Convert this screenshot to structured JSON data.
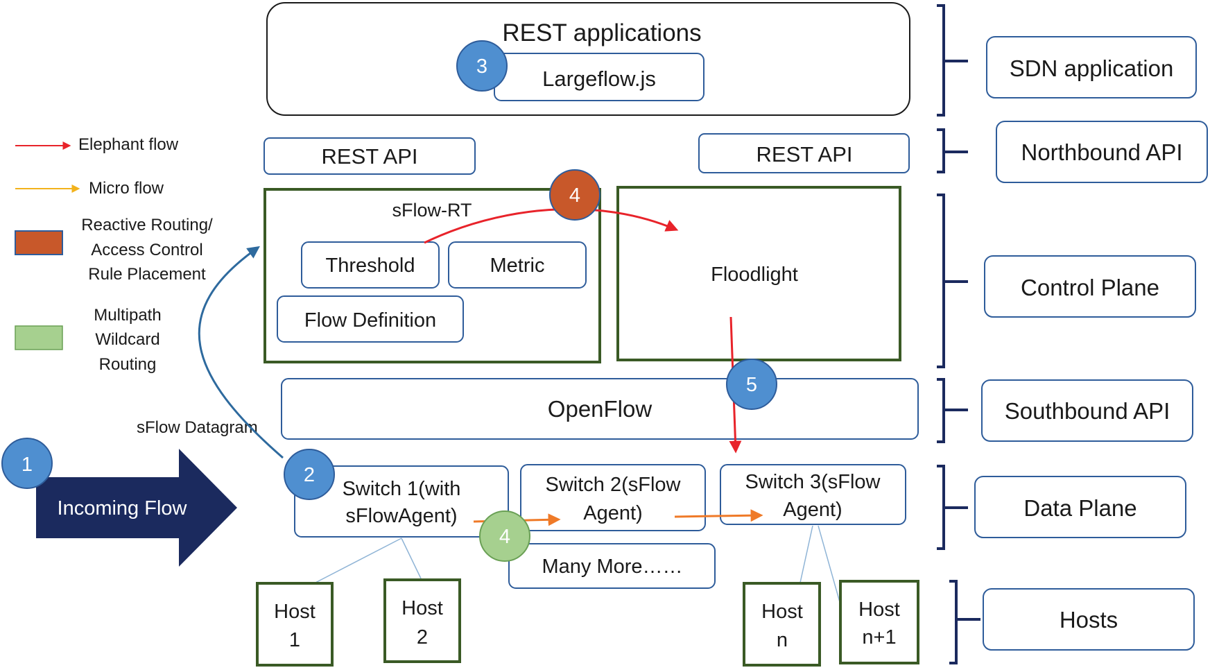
{
  "legend": {
    "elephant_flow": "Elephant flow",
    "micro_flow": "Micro flow",
    "reactive_line1": "Reactive Routing/",
    "reactive_line2": "Access Control",
    "reactive_line3": "Rule Placement",
    "multipath_line1": "Multipath",
    "multipath_line2": "Wildcard",
    "multipath_line3": "Routing",
    "colors": {
      "elephant": "#e8232a",
      "micro": "#f2b21b",
      "reactive": "#c8582a",
      "multipath": "#a6d08f"
    }
  },
  "rest_applications": {
    "title": "REST applications",
    "app": "Largeflow.js"
  },
  "rest_api": {
    "left": "REST API",
    "right": "REST API"
  },
  "sflow_rt": {
    "title": "sFlow-RT",
    "threshold": "Threshold",
    "metric": "Metric",
    "flow_definition": "Flow Definition"
  },
  "floodlight": "Floodlight",
  "openflow": "OpenFlow",
  "sflow_datagram": "sFlow Datagram",
  "incoming_flow": "Incoming Flow",
  "switches": {
    "s1_line1": "Switch 1(with",
    "s1_line2": "sFlowAgent)",
    "s2_line1": "Switch 2(sFlow",
    "s2_line2": "Agent)",
    "s3_line1": "Switch 3(sFlow",
    "s3_line2": "Agent)",
    "many_more": "Many More……"
  },
  "hosts": {
    "h1": [
      "Host",
      "1"
    ],
    "h2": [
      "Host",
      "2"
    ],
    "hn": [
      "Host",
      "n"
    ],
    "hn1": [
      "Host",
      "n+1"
    ]
  },
  "layers": {
    "sdn_application": "SDN application",
    "northbound_api": "Northbound API",
    "control_plane": "Control Plane",
    "southbound_api": "Southbound API",
    "data_plane": "Data Plane",
    "hosts": "Hosts"
  },
  "steps": {
    "s1": "1",
    "s2": "2",
    "s3": "3",
    "s4_control": "4",
    "s4_data": "4",
    "s5": "5"
  },
  "colors": {
    "box_border": "#2e5c9a",
    "green_border": "#3a5a25",
    "navy": "#1b2a5e",
    "step_blue": "#4f8fd0",
    "step_orange": "#c8582a",
    "step_green": "#a6d08f",
    "orange_arrow": "#ef7a28"
  }
}
